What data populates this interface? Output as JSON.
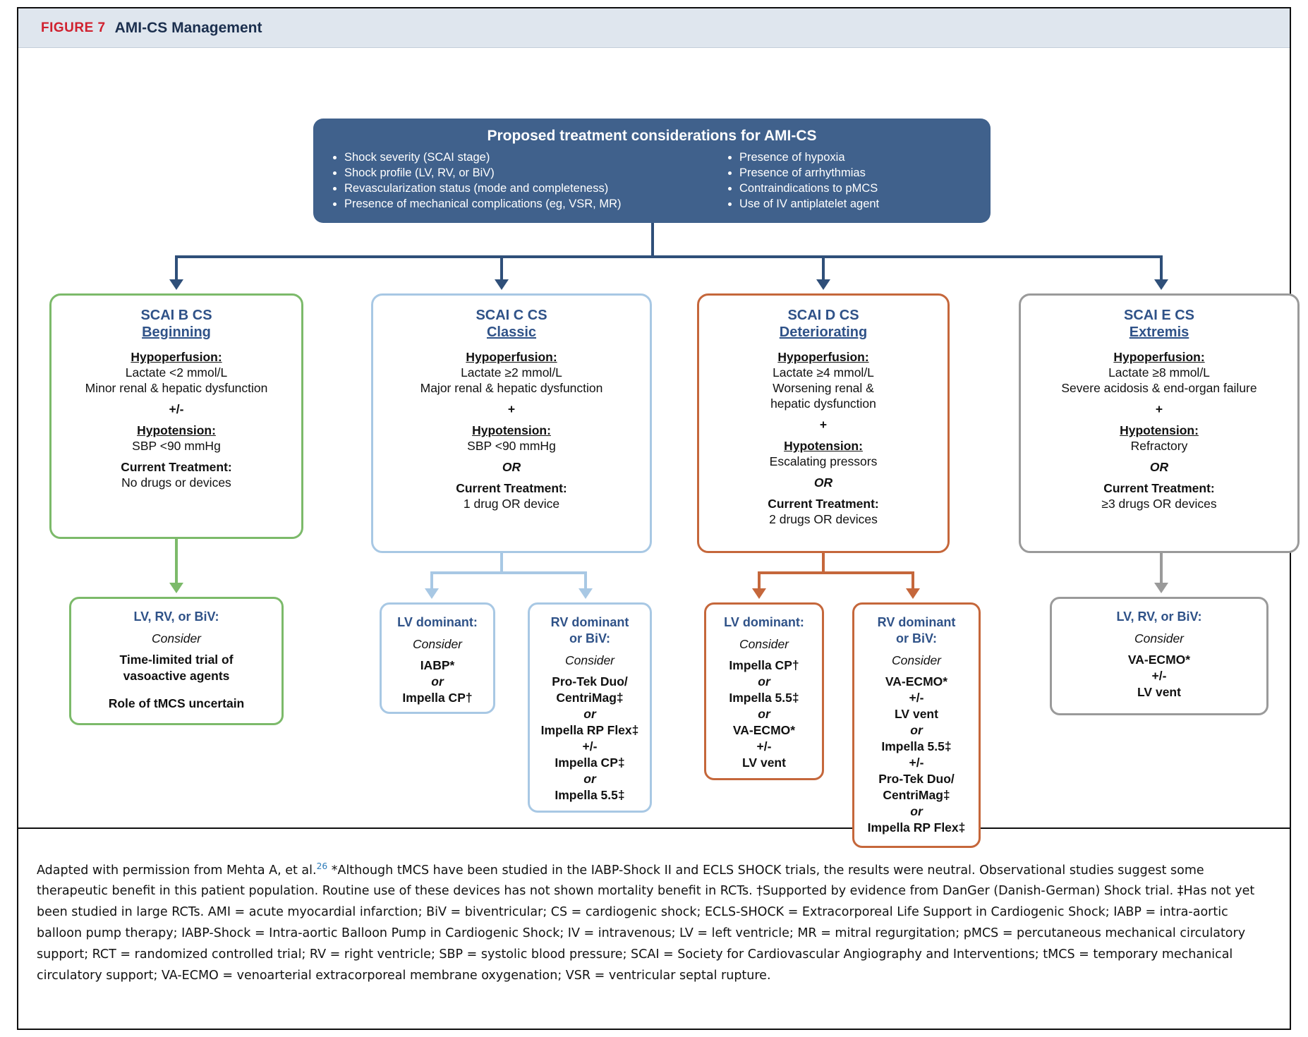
{
  "header": {
    "figure_label": "FIGURE 7",
    "title": "AMI-CS Management"
  },
  "colors": {
    "navy": "#40618c",
    "green": "#7cba6a",
    "light_blue": "#a8c8e4",
    "orange": "#c5673b",
    "gray": "#9a9a9a",
    "title_blue": "#2f5288",
    "figure_red": "#d0202e",
    "header_bg": "#dfe6ee",
    "citation_blue": "#2b7bb9"
  },
  "top_box": {
    "title": "Proposed treatment considerations for AMI-CS",
    "bullets_left": [
      "Shock severity (SCAI stage)",
      "Shock profile (LV, RV, or BiV)",
      "Revascularization status (mode and completeness)",
      "Presence of mechanical complications (eg, VSR, MR)"
    ],
    "bullets_right": [
      "Presence of hypoxia",
      "Presence of arrhythmias",
      "Contraindications to pMCS",
      "Use of IV antiplatelet agent"
    ]
  },
  "stages": {
    "b": {
      "title": "SCAI B CS",
      "subtitle": "Beginning",
      "hypoperfusion_label": "Hypoperfusion:",
      "hypoperfusion_line1": "Lactate <2 mmol/L",
      "hypoperfusion_line2": "Minor renal & hepatic dysfunction",
      "connector": "+/-",
      "hypotension_label": "Hypotension:",
      "hypotension_line1": "SBP <90 mmHg",
      "treatment_label": "Current Treatment:",
      "treatment_line1": "No drugs or devices"
    },
    "c": {
      "title": "SCAI C CS",
      "subtitle": "Classic",
      "hypoperfusion_label": "Hypoperfusion:",
      "hypoperfusion_line1": "Lactate ≥2 mmol/L",
      "hypoperfusion_line2": "Major renal & hepatic dysfunction",
      "connector": "+",
      "hypotension_label": "Hypotension:",
      "hypotension_line1": "SBP <90 mmHg",
      "or_text": "OR",
      "treatment_label": "Current Treatment:",
      "treatment_line1": "1 drug OR device"
    },
    "d": {
      "title": "SCAI D CS",
      "subtitle": "Deteriorating",
      "hypoperfusion_label": "Hypoperfusion:",
      "hypoperfusion_line1": "Lactate ≥4 mmol/L",
      "hypoperfusion_line2": "Worsening renal &",
      "hypoperfusion_line3": "hepatic dysfunction",
      "connector": "+",
      "hypotension_label": "Hypotension:",
      "hypotension_line1": "Escalating pressors",
      "or_text": "OR",
      "treatment_label": "Current Treatment:",
      "treatment_line1": "2 drugs OR devices"
    },
    "e": {
      "title": "SCAI E CS",
      "subtitle": "Extremis",
      "hypoperfusion_label": "Hypoperfusion:",
      "hypoperfusion_line1": "Lactate ≥8 mmol/L",
      "hypoperfusion_line2": "Severe acidosis & end-organ failure",
      "connector": "+",
      "hypotension_label": "Hypotension:",
      "hypotension_line1": "Refractory",
      "or_text": "OR",
      "treatment_label": "Current Treatment:",
      "treatment_line1": "≥3 drugs OR devices"
    }
  },
  "subboxes": {
    "b_all": {
      "title": "LV, RV, or BiV:",
      "consider": "Consider",
      "lines": [
        "Time-limited trial of",
        "vasoactive agents",
        "Role of tMCS uncertain"
      ]
    },
    "c_lv": {
      "title": "LV dominant:",
      "consider": "Consider",
      "lines": [
        "IABP*",
        "or",
        "Impella CP†"
      ]
    },
    "c_rv": {
      "title_line1": "RV dominant",
      "title_line2": "or BiV:",
      "consider": "Consider",
      "lines": [
        "Pro-Tek Duo/",
        "CentriMag‡",
        "or",
        "Impella RP Flex‡",
        "+/-",
        "Impella CP‡",
        "or",
        "Impella 5.5‡"
      ]
    },
    "d_lv": {
      "title": "LV dominant:",
      "consider": "Consider",
      "lines": [
        "Impella CP†",
        "or",
        "Impella 5.5‡",
        "or",
        "VA-ECMO*",
        "+/-",
        "LV vent"
      ]
    },
    "d_rv": {
      "title_line1": "RV dominant",
      "title_line2": "or BiV:",
      "consider": "Consider",
      "lines": [
        "VA-ECMO*",
        "+/-",
        "LV vent",
        "or",
        "Impella 5.5‡",
        "+/-",
        "Pro-Tek Duo/",
        "CentriMag‡",
        "or",
        "Impella RP Flex‡"
      ]
    },
    "e_all": {
      "title": "LV, RV, or BiV:",
      "consider": "Consider",
      "lines": [
        "VA-ECMO*",
        "+/-",
        "LV vent"
      ]
    }
  },
  "footnote": {
    "part1": "Adapted with permission from Mehta A, et al.",
    "citation": "26",
    "part2": " *Although tMCS have been studied in the IABP-Shock II and ECLS SHOCK trials, the results were neutral. Observational studies suggest some therapeutic benefit in this patient population. Routine use of these devices has not shown mortality benefit in RCTs. †Supported by evidence from DanGer (Danish-German) Shock trial. ‡Has not yet been studied in large RCTs. AMI = acute myocardial infarction; BiV = biventricular; CS = cardiogenic shock; ECLS-SHOCK = Extracorporeal Life Support in Cardiogenic Shock; IABP = intra-aortic balloon pump therapy; IABP-Shock = Intra-aortic Balloon Pump in Cardiogenic Shock; IV = intravenous; LV = left ventricle; MR = mitral regurgitation; pMCS = percutaneous mechanical circulatory support; RCT = randomized controlled trial; RV = right ventricle; SBP = systolic blood pressure; SCAI = Society for Cardiovascular Angiography and Interventions; tMCS = temporary mechanical circulatory support; VA-ECMO = venoarterial extracorporeal membrane oxygenation; VSR = ventricular septal rupture."
  }
}
